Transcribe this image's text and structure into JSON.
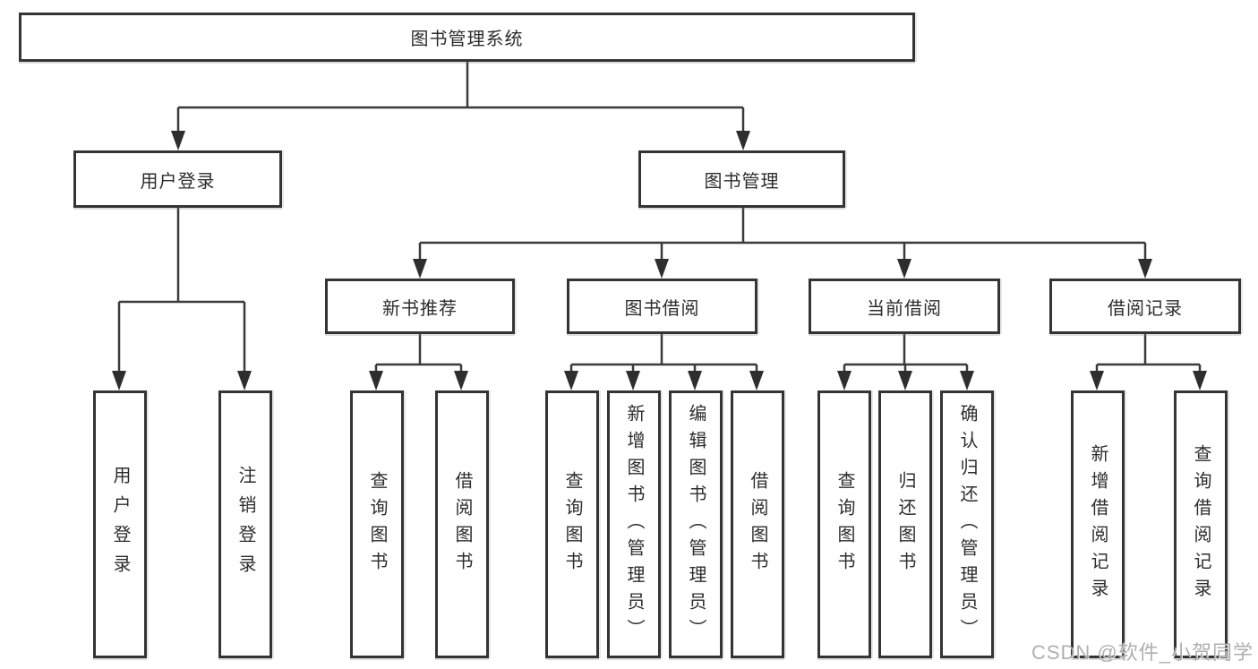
{
  "diagram": {
    "root": {
      "label": "图书管理系统",
      "children": [
        {
          "label": "用户登录",
          "children": [
            {
              "label": "用户登录"
            },
            {
              "label": "注销登录"
            }
          ]
        },
        {
          "label": "图书管理",
          "children": [
            {
              "label": "新书推荐",
              "children": [
                {
                  "label": "查询图书"
                },
                {
                  "label": "借阅图书"
                }
              ]
            },
            {
              "label": "图书借阅",
              "children": [
                {
                  "label": "查询图书"
                },
                {
                  "label": "新增图书（管理员）"
                },
                {
                  "label": "编辑图书（管理员）"
                },
                {
                  "label": "借阅图书"
                }
              ]
            },
            {
              "label": "当前借阅",
              "children": [
                {
                  "label": "查询图书"
                },
                {
                  "label": "归还图书"
                },
                {
                  "label": "确认归还（管理员）"
                }
              ]
            },
            {
              "label": "借阅记录",
              "children": [
                {
                  "label": "新增借阅记录"
                },
                {
                  "label": "查询借阅记录"
                }
              ]
            }
          ]
        }
      ]
    },
    "watermark": "CSDN @软件_小贺同学",
    "colors": {
      "line": "#3a3a3a",
      "arrow": "#2e2e2e",
      "box_border": "#343434",
      "text": "#2d2d2d",
      "watermark": "#a8a8a8",
      "background": "#ffffff"
    }
  }
}
